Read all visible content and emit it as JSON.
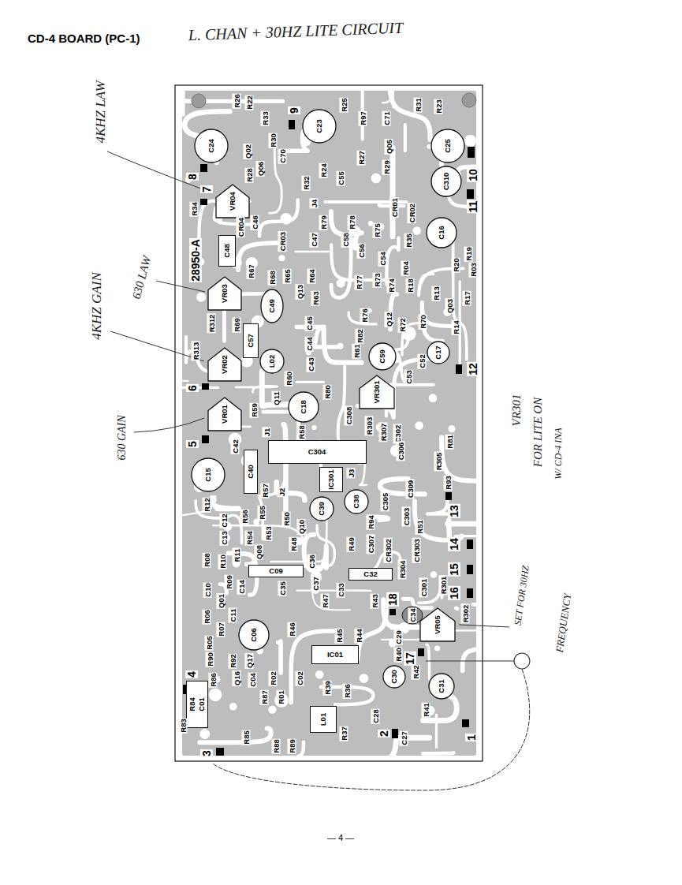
{
  "diagram": {
    "title": "CD-4 BOARD (PC-1)",
    "nodes": [
      {
        "text": [
          "C24"
        ]
      },
      {
        "text": [
          "C23"
        ]
      },
      {
        "text": [
          "C25"
        ]
      },
      {
        "text": [
          "VR04"
        ]
      },
      {
        "text": [
          "C310"
        ]
      },
      {
        "text": [
          "C16"
        ]
      },
      {
        "text": [
          "C48"
        ]
      },
      {
        "text": [
          "VR03"
        ]
      },
      {
        "text": [
          "C49"
        ]
      },
      {
        "text": [
          "C57"
        ]
      },
      {
        "text": [
          "VR02"
        ]
      },
      {
        "text": [
          "L02"
        ]
      },
      {
        "text": [
          "C59"
        ]
      },
      {
        "text": [
          "C17"
        ]
      },
      {
        "text": [
          "VR301"
        ]
      },
      {
        "text": [
          "VR01"
        ]
      },
      {
        "text": [
          "C18"
        ]
      },
      {
        "text": [
          "C304"
        ]
      },
      {
        "text": [
          "C40"
        ]
      },
      {
        "text": [
          "C15"
        ]
      },
      {
        "text": [
          "IC301"
        ]
      },
      {
        "text": [
          "C39"
        ]
      },
      {
        "text": [
          "C38"
        ]
      },
      {
        "text": [
          "C09"
        ]
      },
      {
        "text": [
          "C32"
        ]
      },
      {
        "text": [
          "C06"
        ]
      },
      {
        "text": [
          "VR05"
        ]
      },
      {
        "text": [
          "IC01"
        ]
      },
      {
        "text": [
          "C30"
        ]
      },
      {
        "text": [
          "C31"
        ]
      },
      {
        "text": [
          "L01"
        ]
      },
      {
        "text": [
          "R84",
          "C01"
        ]
      }
    ],
    "labels": [
      "L. CHAN + 30HZ LITE CIRCUIT",
      "4KHZ LAW",
      "630 LAW",
      "4KHZ GAIN",
      "630 GAIN",
      "VR301",
      "FOR LITE ON",
      "W/ CD-4 INA",
      "SET FOR 30HZ",
      "FREQUENCY",
      "— 4 —",
      "28950-A",
      "9",
      "8",
      "7",
      "10",
      "11",
      "6",
      "5",
      "12",
      "13",
      "14",
      "15",
      "16",
      "18",
      "4",
      "17",
      "2",
      "1",
      "3",
      "R26",
      "R22",
      "R33",
      "R30",
      "Q02",
      "Q06",
      "C70",
      "R25",
      "R97",
      "C71",
      "R31",
      "R23",
      "Q05",
      "R28",
      "R32",
      "R24",
      "C55",
      "R27",
      "R29",
      "CR01",
      "R34",
      "CR04",
      "C46",
      "J4",
      "R79",
      "C47",
      "R78",
      "C58",
      "R75",
      "CR02",
      "R35",
      "CR03",
      "C56",
      "C54",
      "R19",
      "R03",
      "R20",
      "R04",
      "R67",
      "R68",
      "R65",
      "R64",
      "Q13",
      "R63",
      "R77",
      "R73",
      "R74",
      "R18",
      "R13",
      "Q03",
      "R17",
      "R76",
      "R312",
      "R69",
      "C45",
      "Q12",
      "R72",
      "R70",
      "R14",
      "R82",
      "R61",
      "C44",
      "C43",
      "R313",
      "C52",
      "C53",
      "R60",
      "R80",
      "R59",
      "Q11",
      "R58",
      "C308",
      "R303",
      "R307",
      "C302",
      "R81",
      "R305",
      "C306",
      "R93",
      "C42",
      "J1",
      "R57",
      "J2",
      "J3",
      "R12",
      "C12",
      "C13",
      "R56",
      "R55",
      "R53",
      "R54",
      "Q08",
      "R50",
      "Q10",
      "R48",
      "R94",
      "C305",
      "C309",
      "C303",
      "R51",
      "R08",
      "R10",
      "R11",
      "C14",
      "R09",
      "C10",
      "Q01",
      "C11",
      "C35",
      "C36",
      "C37",
      "R47",
      "R49",
      "C307",
      "CR302",
      "CR303",
      "R304",
      "C301",
      "R301",
      "R302",
      "C33",
      "R43",
      "C34",
      "R06",
      "R07",
      "R46",
      "R45",
      "R44",
      "C29",
      "R40",
      "R05",
      "R92",
      "Q17",
      "R90",
      "R86",
      "Q16",
      "C04",
      "R02",
      "C02",
      "R87",
      "R01",
      "R39",
      "R36",
      "R42",
      "R41",
      "C28",
      "R37",
      "R88",
      "R89",
      "R85",
      "R83",
      "C27"
    ]
  }
}
